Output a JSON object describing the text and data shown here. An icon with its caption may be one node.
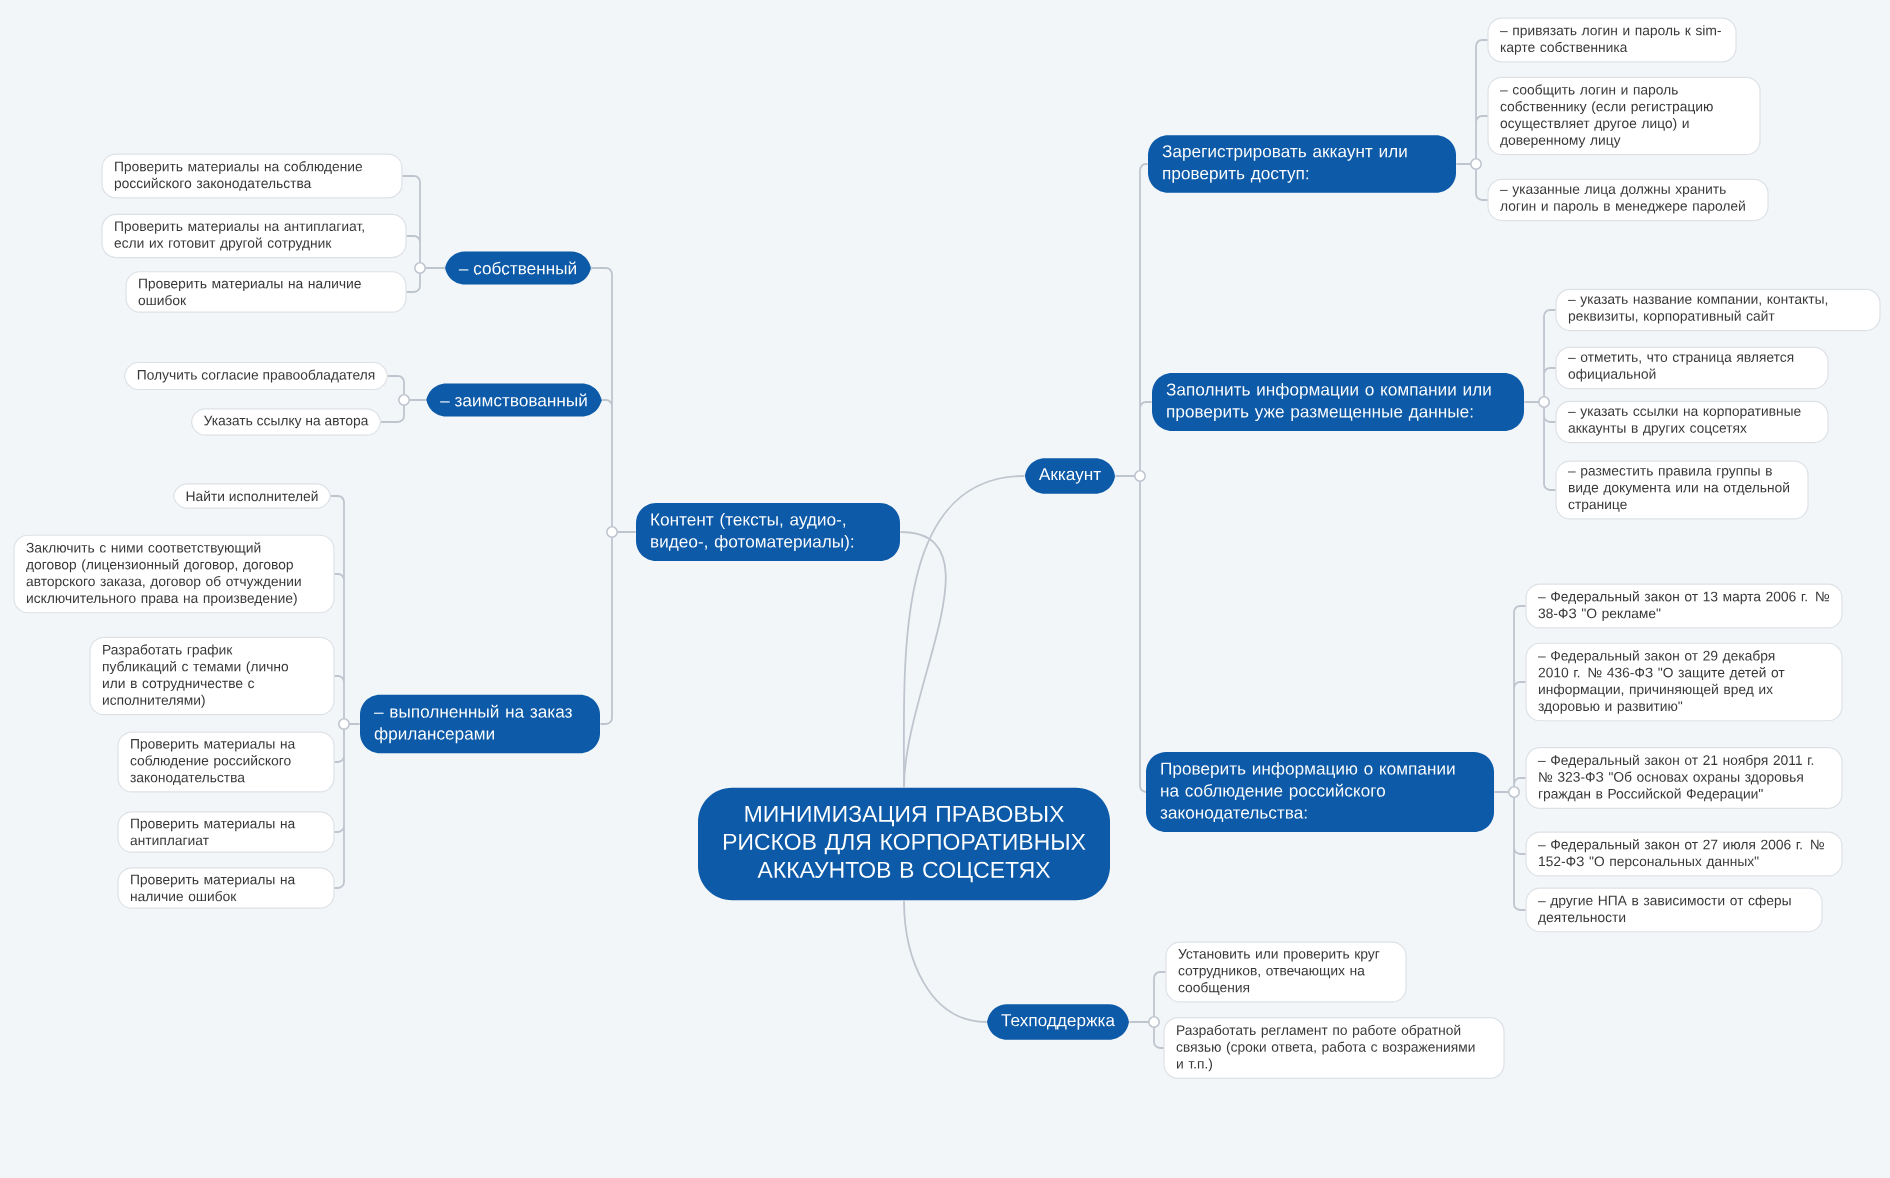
{
  "diagram": {
    "nodes": [
      {
        "text": [
          "МИНИМИЗАЦИЯ ПРАВОВЫХ РИСКОВ ДЛЯ КОРПОРАТИВНЫХ АККАУНТОВ В СОЦСЕТЯХ"
        ]
      },
      {
        "text": [
          "Контент (тексты, аудио-, видео-, фотоматериалы):"
        ]
      },
      {
        "text": [
          "– собственный"
        ]
      },
      {
        "text": [
          "– заимствованный"
        ]
      },
      {
        "text": [
          "– выполненный на заказ фрилансерами"
        ]
      },
      {
        "text": [
          "Проверить материалы на соблюдение российского законодательства"
        ]
      },
      {
        "text": [
          "Проверить материалы на антиплагиат, если их готовит другой сотрудник"
        ]
      },
      {
        "text": [
          "Проверить материалы на наличие ошибок"
        ]
      },
      {
        "text": [
          "Получить согласие правообладателя"
        ]
      },
      {
        "text": [
          "Указать ссылку на автора"
        ]
      },
      {
        "text": [
          "Найти исполнителей"
        ]
      },
      {
        "text": [
          "Заключить с ними соответствующий договор (лицензионный договор, договор авторского заказа, договор об отчуждении исключительного права на произведение)"
        ]
      },
      {
        "text": [
          "Разработать график публикаций с темами (лично или в сотрудничестве с исполнителями)"
        ]
      },
      {
        "text": [
          "Проверить материалы на соблюдение российского законодательства"
        ]
      },
      {
        "text": [
          "Проверить материалы на антиплагиат"
        ]
      },
      {
        "text": [
          "Проверить материалы на наличие ошибок"
        ]
      },
      {
        "text": [
          "Аккаунт"
        ]
      },
      {
        "text": [
          "Зарегистрировать аккаунт или проверить доступ:"
        ]
      },
      {
        "text": [
          "Заполнить информации о компании или проверить уже размещенные данные:"
        ]
      },
      {
        "text": [
          "Проверить информацию о компании на соблюдение российского законодательства:"
        ]
      },
      {
        "text": [
          "– привязать логин и пароль к sim-карте собственника"
        ]
      },
      {
        "text": [
          "– сообщить логин и пароль собственнику (если регистрацию осуществляет другое лицо) и доверенному лицу"
        ]
      },
      {
        "text": [
          "– указанные лица должны хранить логин и пароль в менеджере паролей"
        ]
      },
      {
        "text": [
          "– указать название компании, контакты, реквизиты, корпоративный сайт"
        ]
      },
      {
        "text": [
          "– отметить, что страница является официальной"
        ]
      },
      {
        "text": [
          "– указать ссылки на корпоративные аккаунты в других соцсетях"
        ]
      },
      {
        "text": [
          "– разместить правила группы в виде документа или на отдельной странице"
        ]
      },
      {
        "text": [
          "– Федеральный закон от 13 марта 2006 г. № 38-ФЗ \"О рекламе\""
        ]
      },
      {
        "text": [
          "– Федеральный закон от 29 декабря 2010 г. № 436-ФЗ \"О защите детей от информации, причиняющей вред их здоровью и развитию\""
        ]
      },
      {
        "text": [
          "– Федеральный закон от 21 ноября 2011 г. № 323-ФЗ \"Об основах охраны здоровья граждан в Российской Федерации\""
        ]
      },
      {
        "text": [
          "– Федеральный закон от 27 июля 2006 г. № 152-ФЗ \"О персональных данных\""
        ]
      },
      {
        "text": [
          "– другие НПА в зависимости от сферы деятельности"
        ]
      },
      {
        "text": [
          "Техподдержка"
        ]
      },
      {
        "text": [
          "Установить или проверить круг сотрудников, отвечающих на сообщения"
        ]
      },
      {
        "text": [
          "Разработать регламент по работе обратной связью (сроки ответа, работа с возражениями и т.п.)"
        ]
      }
    ],
    "edges": [
      {
        "from": 0,
        "to": 1,
        "arrow": "none"
      },
      {
        "from": 0,
        "to": 16,
        "arrow": "none"
      },
      {
        "from": 0,
        "to": 32,
        "arrow": "none"
      },
      {
        "from": 1,
        "to": 2,
        "arrow": "none"
      },
      {
        "from": 1,
        "to": 3,
        "arrow": "none"
      },
      {
        "from": 1,
        "to": 4,
        "arrow": "none"
      },
      {
        "from": 2,
        "to": 5,
        "arrow": "none"
      },
      {
        "from": 2,
        "to": 6,
        "arrow": "none"
      },
      {
        "from": 2,
        "to": 7,
        "arrow": "none"
      },
      {
        "from": 3,
        "to": 8,
        "arrow": "none"
      },
      {
        "from": 3,
        "to": 9,
        "arrow": "none"
      },
      {
        "from": 4,
        "to": 10,
        "arrow": "none"
      },
      {
        "from": 4,
        "to": 11,
        "arrow": "none"
      },
      {
        "from": 4,
        "to": 12,
        "arrow": "none"
      },
      {
        "from": 4,
        "to": 13,
        "arrow": "none"
      },
      {
        "from": 4,
        "to": 14,
        "arrow": "none"
      },
      {
        "from": 4,
        "to": 15,
        "arrow": "none"
      },
      {
        "from": 16,
        "to": 17,
        "arrow": "none"
      },
      {
        "from": 16,
        "to": 18,
        "arrow": "none"
      },
      {
        "from": 16,
        "to": 19,
        "arrow": "none"
      },
      {
        "from": 17,
        "to": 20,
        "arrow": "none"
      },
      {
        "from": 17,
        "to": 21,
        "arrow": "none"
      },
      {
        "from": 17,
        "to": 22,
        "arrow": "none"
      },
      {
        "from": 18,
        "to": 23,
        "arrow": "none"
      },
      {
        "from": 18,
        "to": 24,
        "arrow": "none"
      },
      {
        "from": 18,
        "to": 25,
        "arrow": "none"
      },
      {
        "from": 18,
        "to": 26,
        "arrow": "none"
      },
      {
        "from": 19,
        "to": 27,
        "arrow": "none"
      },
      {
        "from": 19,
        "to": 28,
        "arrow": "none"
      },
      {
        "from": 19,
        "to": 29,
        "arrow": "none"
      },
      {
        "from": 19,
        "to": 30,
        "arrow": "none"
      },
      {
        "from": 19,
        "to": 31,
        "arrow": "none"
      },
      {
        "from": 32,
        "to": 33,
        "arrow": "none"
      },
      {
        "from": 32,
        "to": 34,
        "arrow": "none"
      }
    ]
  }
}
